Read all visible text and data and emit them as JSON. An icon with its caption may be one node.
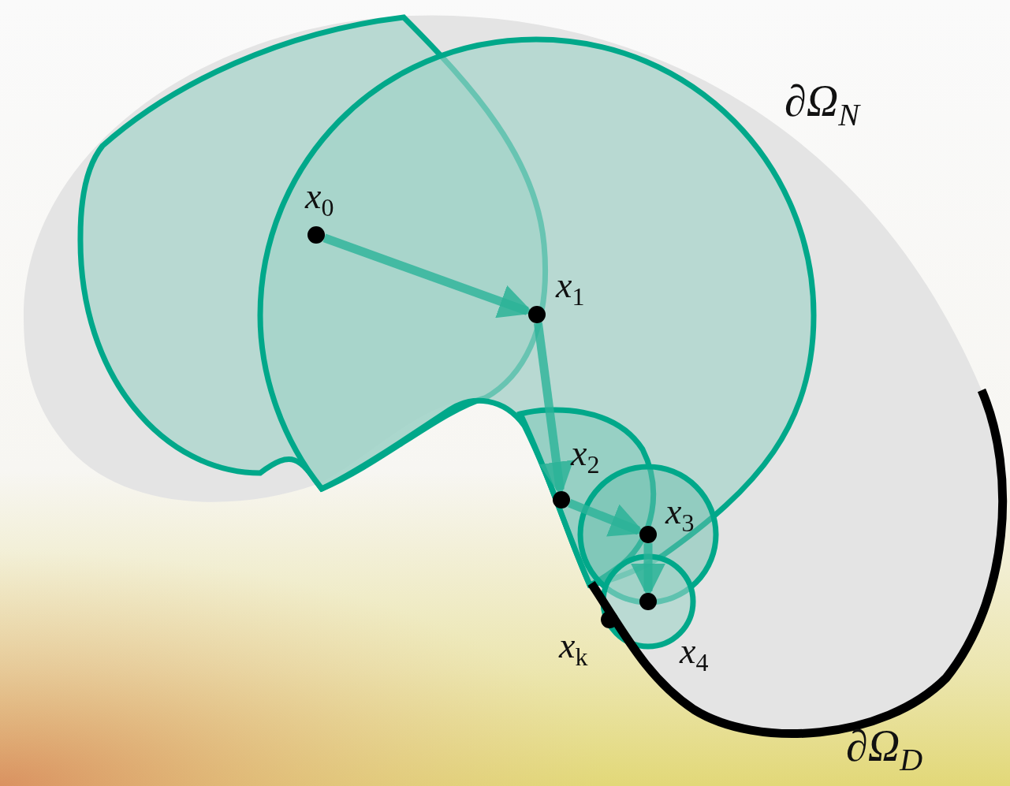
{
  "diagram": {
    "nodes": [
      {
        "text": [
          "x$_{0}$"
        ]
      },
      {
        "text": [
          "x$_{1}$"
        ]
      },
      {
        "text": [
          "x$_{2}$"
        ]
      },
      {
        "text": [
          "x$_{3}$"
        ]
      },
      {
        "text": [
          "x$_{4}$"
        ]
      },
      {
        "text": [
          "x$_{k}$"
        ]
      }
    ],
    "edges": [
      {
        "from": 0,
        "to": 1,
        "arrow": "to"
      },
      {
        "from": 1,
        "to": 2,
        "arrow": "to"
      },
      {
        "from": 2,
        "to": 3,
        "arrow": "to"
      },
      {
        "from": 3,
        "to": 4,
        "arrow": "to"
      }
    ],
    "labels": [
      "∂Ω$_{N}$",
      "∂Ω$_{D}$"
    ]
  }
}
